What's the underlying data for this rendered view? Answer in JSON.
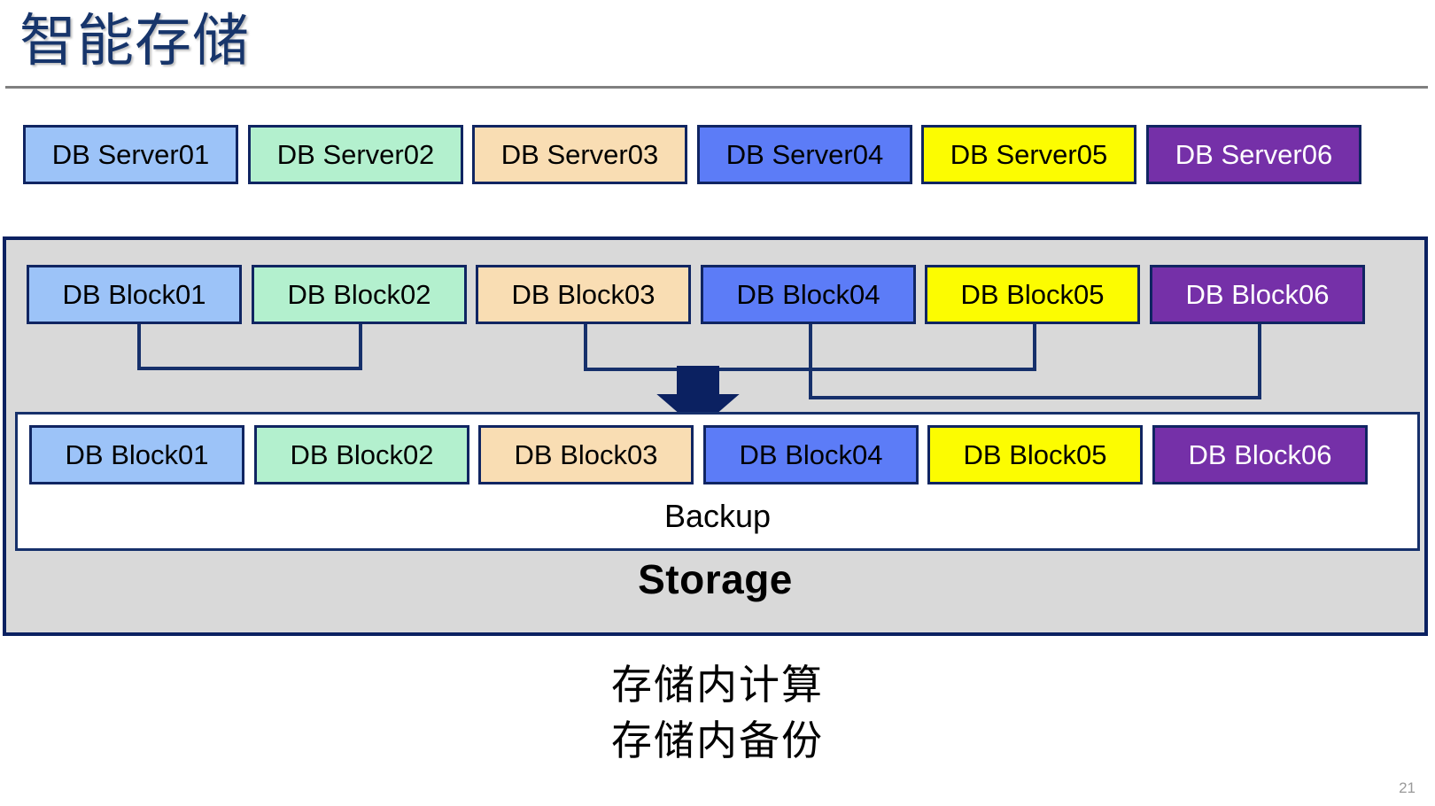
{
  "slide": {
    "title": "智能存储",
    "page_number": "21",
    "title_color": "#17356B",
    "rule_color": "#808080"
  },
  "palette": {
    "blue_light": "#9CC3F8",
    "green_mint": "#B3F0CE",
    "peach": "#F9DDB3",
    "blue_royal": "#5C7CF7",
    "yellow": "#FCFC01",
    "purple": "#7530A8",
    "border_navy": "#102562",
    "storage_fill": "#D9D9D9",
    "arrow_navy": "#0B2161"
  },
  "server_row": {
    "items": [
      {
        "label": "DB Server01",
        "color_key": "c1"
      },
      {
        "label": "DB Server02",
        "color_key": "c2"
      },
      {
        "label": "DB Server03",
        "color_key": "c3"
      },
      {
        "label": "DB Server04",
        "color_key": "c4"
      },
      {
        "label": "DB Server05",
        "color_key": "c5"
      },
      {
        "label": "DB Server06",
        "color_key": "c6"
      }
    ]
  },
  "storage": {
    "label": "Storage",
    "primary_blocks": [
      {
        "label": "DB Block01",
        "color_key": "c1"
      },
      {
        "label": "DB Block02",
        "color_key": "c2"
      },
      {
        "label": "DB Block03",
        "color_key": "c3"
      },
      {
        "label": "DB Block04",
        "color_key": "c4"
      },
      {
        "label": "DB Block05",
        "color_key": "c5"
      },
      {
        "label": "DB Block06",
        "color_key": "c6"
      }
    ],
    "backup": {
      "label": "Backup",
      "blocks": [
        {
          "label": "DB Block01",
          "color_key": "c1"
        },
        {
          "label": "DB Block02",
          "color_key": "c2"
        },
        {
          "label": "DB Block03",
          "color_key": "c3"
        },
        {
          "label": "DB Block04",
          "color_key": "c4"
        },
        {
          "label": "DB Block05",
          "color_key": "c5"
        },
        {
          "label": "DB Block06",
          "color_key": "c6"
        }
      ]
    },
    "arrow": "down-arrow"
  },
  "caption": {
    "line1": "存储内计算",
    "line2": "存储内备份"
  }
}
